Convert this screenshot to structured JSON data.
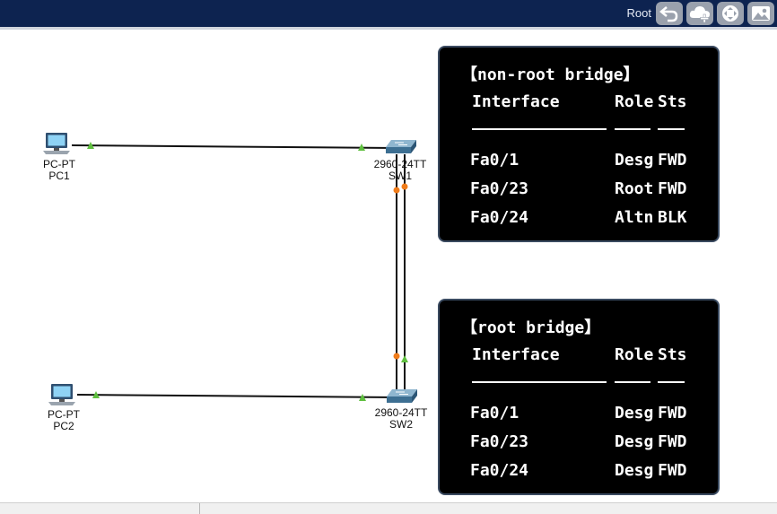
{
  "toolbar": {
    "root_label": "Root",
    "buttons": [
      {
        "name": "back-icon"
      },
      {
        "name": "cloud-add-icon"
      },
      {
        "name": "move-icon"
      },
      {
        "name": "image-icon"
      }
    ]
  },
  "devices": {
    "pc1": {
      "model": "PC-PT",
      "name": "PC1"
    },
    "pc2": {
      "model": "PC-PT",
      "name": "PC2"
    },
    "sw1": {
      "model": "2960-24TT",
      "name": "SW1"
    },
    "sw2": {
      "model": "2960-24TT",
      "name": "SW2"
    }
  },
  "link_colors": {
    "up": "#5fbf3f",
    "blocking": "#f07c1a",
    "line": "#111111"
  },
  "panels": [
    {
      "title": "【non-root bridge】",
      "header": {
        "interface": "Interface",
        "role": "Role",
        "sts": "Sts"
      },
      "rows": [
        {
          "interface": "Fa0/1",
          "role": "Desg",
          "sts": "FWD"
        },
        {
          "interface": "Fa0/23",
          "role": "Root",
          "sts": "FWD"
        },
        {
          "interface": "Fa0/24",
          "role": "Altn",
          "sts": "BLK"
        }
      ]
    },
    {
      "title": "【root bridge】",
      "header": {
        "interface": "Interface",
        "role": "Role",
        "sts": "Sts"
      },
      "rows": [
        {
          "interface": "Fa0/1",
          "role": "Desg",
          "sts": "FWD"
        },
        {
          "interface": "Fa0/23",
          "role": "Desg",
          "sts": "FWD"
        },
        {
          "interface": "Fa0/24",
          "role": "Desg",
          "sts": "FWD"
        }
      ]
    }
  ]
}
